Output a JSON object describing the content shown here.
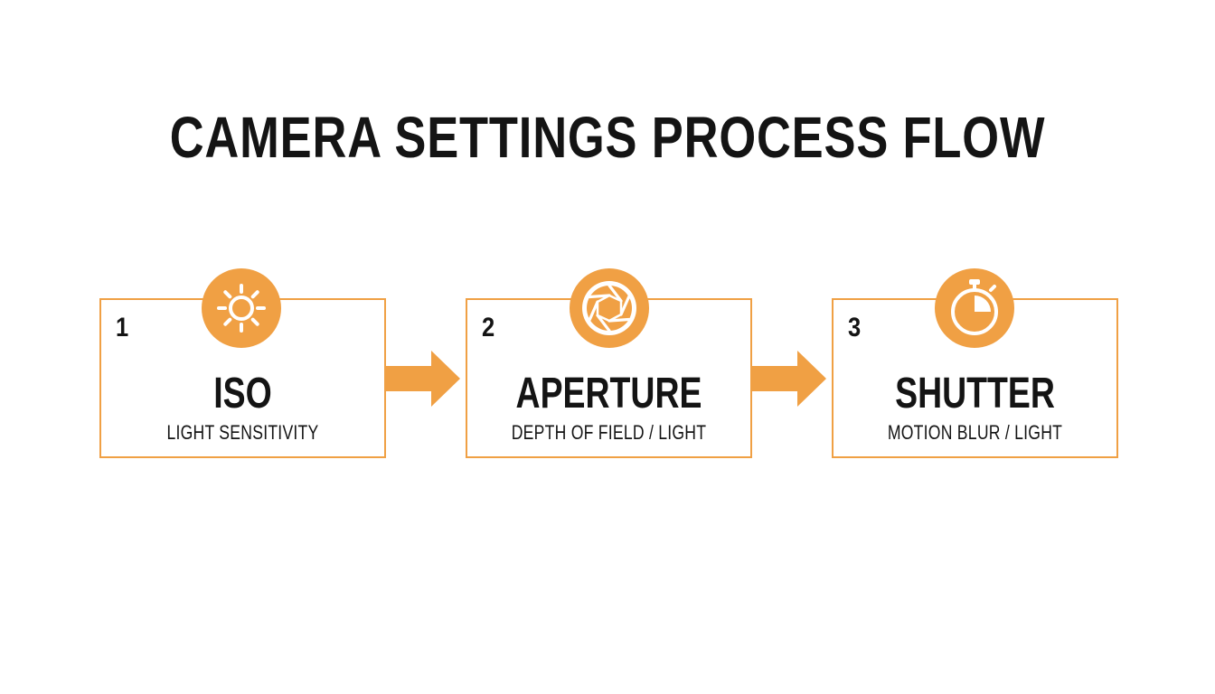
{
  "title": "CAMERA SETTINGS PROCESS FLOW",
  "accent_color": "#F0A044",
  "steps": [
    {
      "number": "1",
      "title": "ISO",
      "subtitle": "LIGHT SENSITIVITY",
      "icon": "sun-icon"
    },
    {
      "number": "2",
      "title": "APERTURE",
      "subtitle": "DEPTH OF FIELD / LIGHT",
      "icon": "aperture-icon"
    },
    {
      "number": "3",
      "title": "SHUTTER",
      "subtitle": "MOTION BLUR / LIGHT",
      "icon": "stopwatch-icon"
    }
  ],
  "connectors": [
    "arrow-right-icon",
    "arrow-right-icon"
  ]
}
